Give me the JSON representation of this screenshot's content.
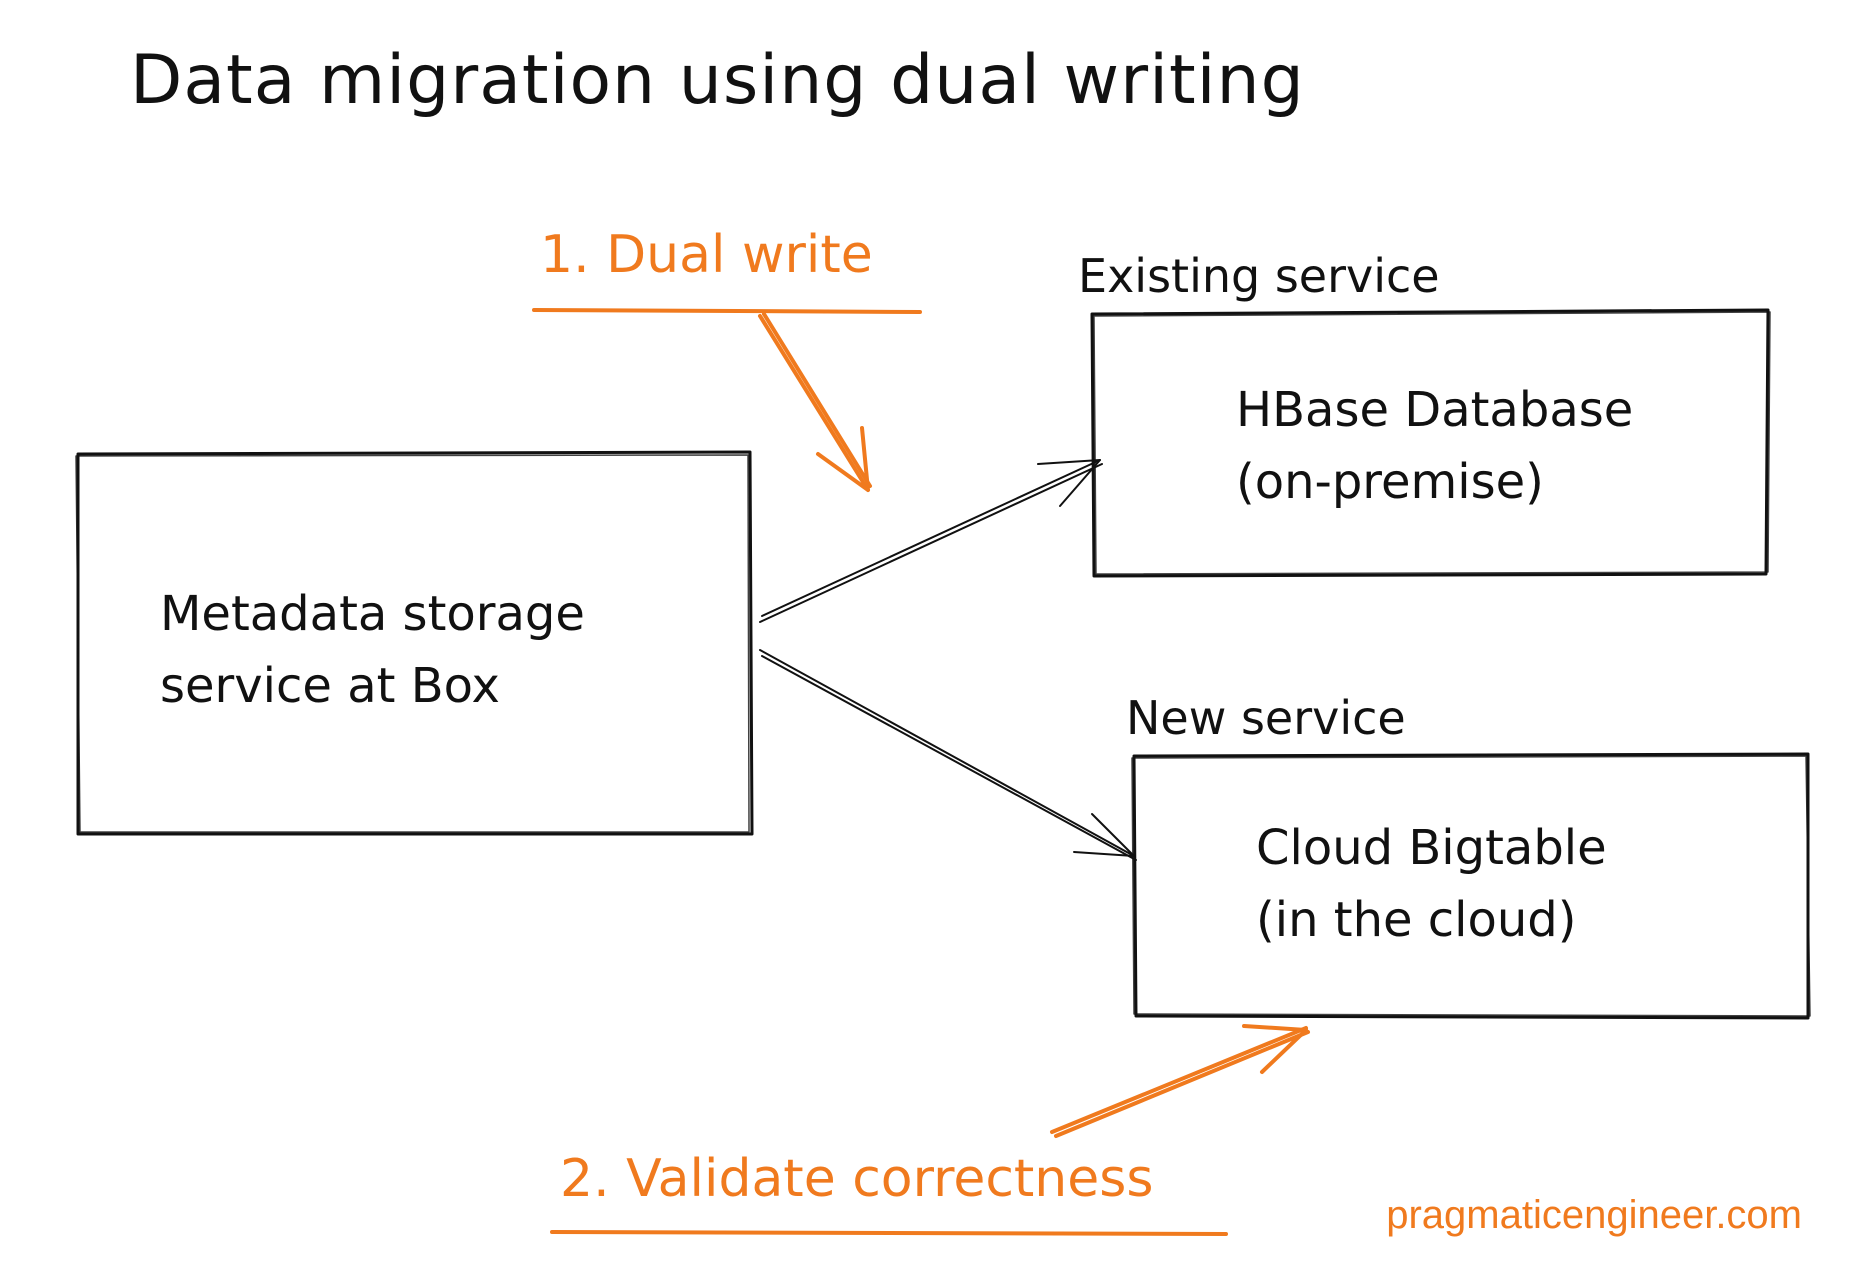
{
  "title": "Data migration using dual writing",
  "steps": {
    "dual_write": "1. Dual write",
    "validate": "2. Validate correctness"
  },
  "nodes": {
    "source": {
      "line1": "Metadata storage",
      "line2": "service at Box"
    },
    "existing": {
      "label": "Existing service",
      "line1": "HBase Database",
      "line2": "(on-premise)"
    },
    "new": {
      "label": "New service",
      "line1": "Cloud Bigtable",
      "line2": "(in the cloud)"
    }
  },
  "credit": "pragmaticengineer.com",
  "colors": {
    "accent": "#f07a1e",
    "ink": "#111111",
    "background": "#ffffff"
  }
}
